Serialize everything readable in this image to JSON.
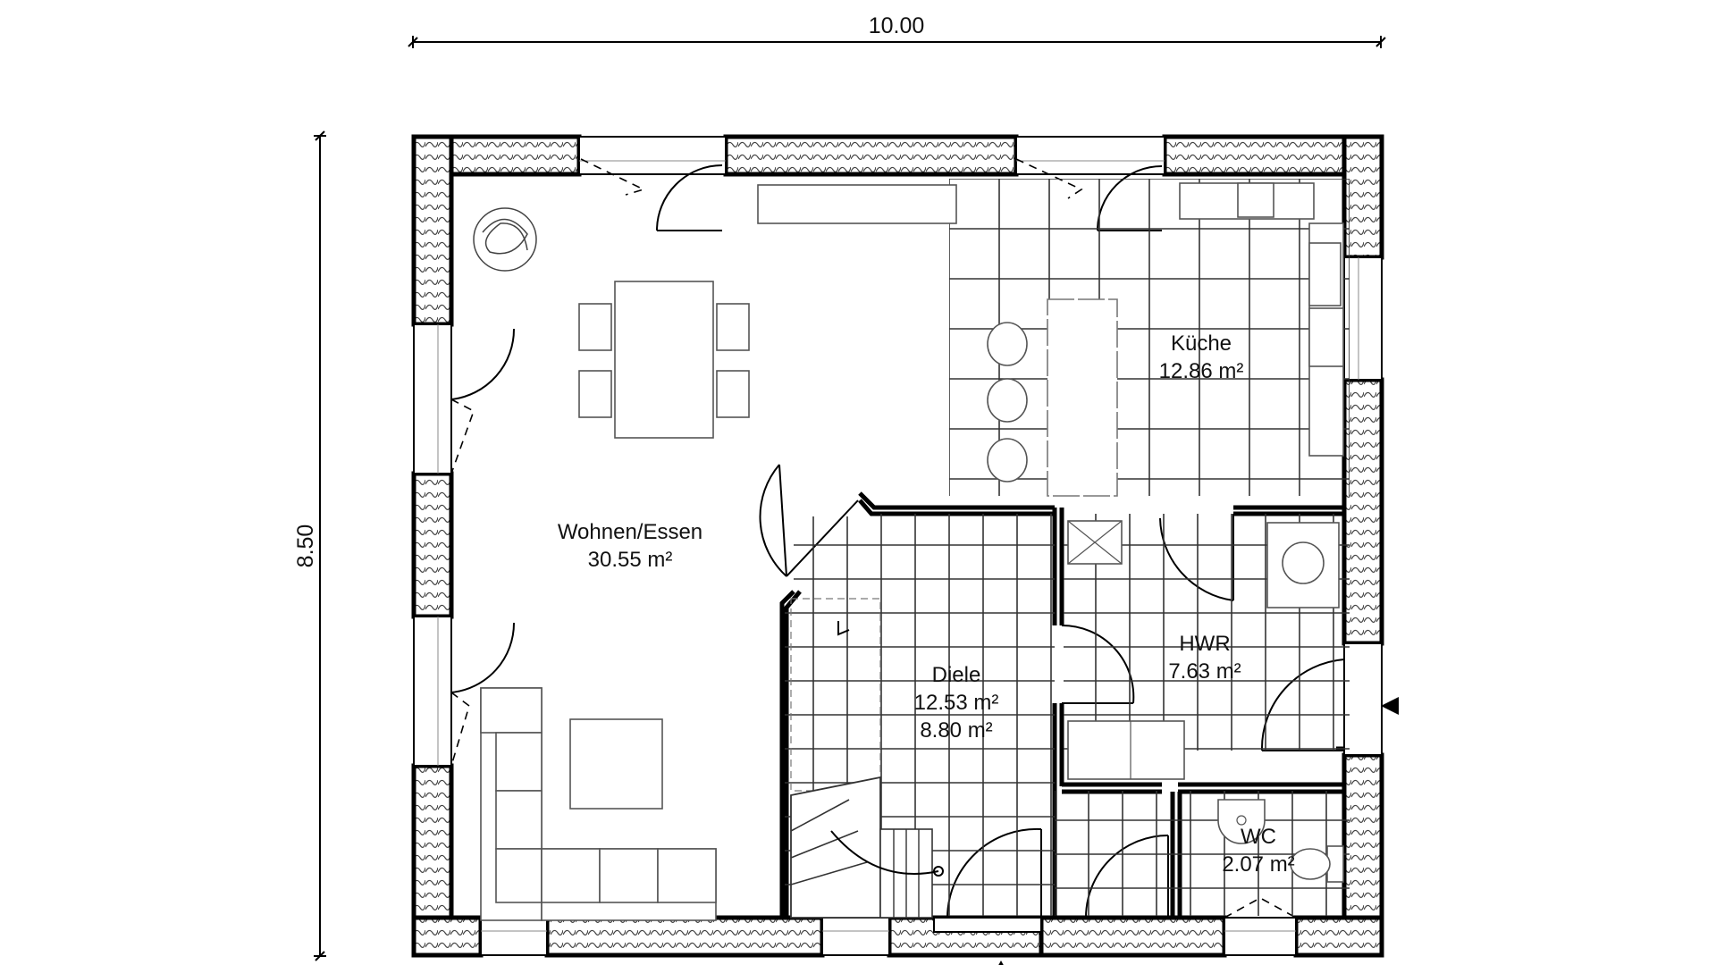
{
  "dimensions": {
    "width": "10.00",
    "height": "8.50"
  },
  "rooms": {
    "wohnen": {
      "name": "Wohnen/Essen",
      "area": "30.55 m²"
    },
    "kueche": {
      "name": "Küche",
      "area": "12.86 m²"
    },
    "diele": {
      "name": "Diele",
      "area": "12.53 m²",
      "area2": "8.80 m²"
    },
    "hwr": {
      "name": "HWR",
      "area": "7.63 m²"
    },
    "wc": {
      "name": "WC",
      "area": "2.07 m²"
    }
  },
  "colors": {
    "wall": "#000000",
    "hatch": "#333333",
    "furniture": "#555555",
    "tile_grid": "#333333"
  },
  "icons": [
    "plant-icon",
    "entrance-arrow-icon",
    "side-arrow-icon",
    "toilet-icon",
    "sink-icon",
    "washing-machine-icon"
  ]
}
